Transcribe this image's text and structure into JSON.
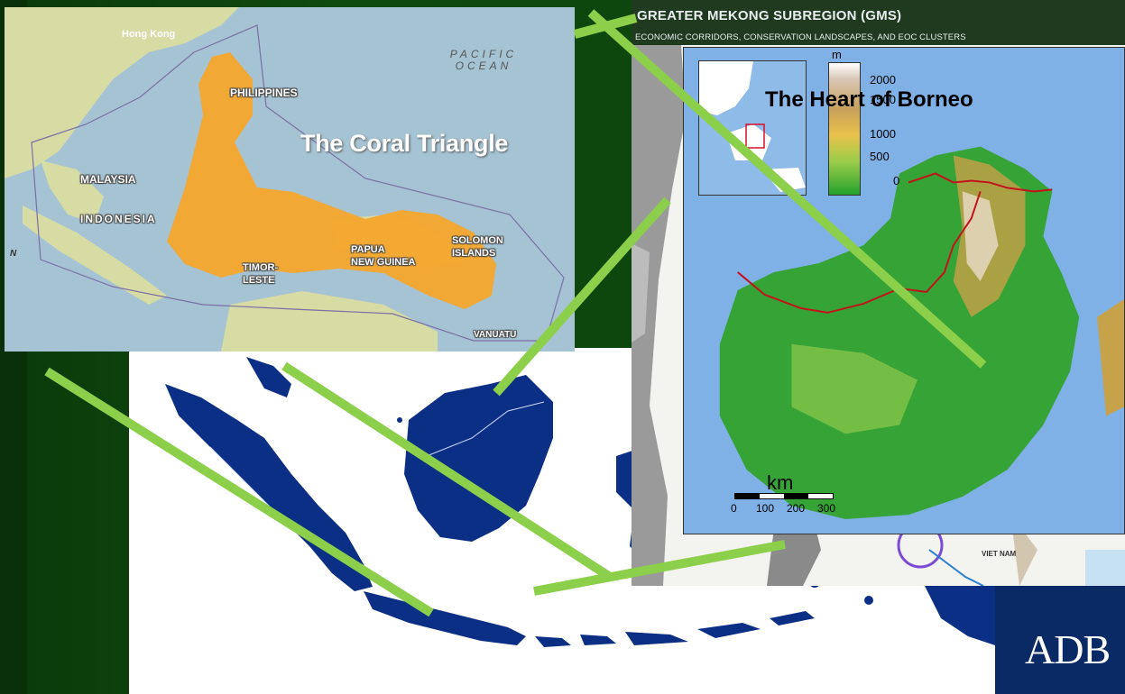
{
  "gms": {
    "title": "GREATER MEKONG SUBREGION (GMS)",
    "subtitle": "ECONOMIC CORRIDORS, CONSERVATION LANDSCAPES, AND EOC CLUSTERS",
    "viet_nam": "VIET NAM"
  },
  "coral": {
    "title": "The Coral Triangle",
    "ocean": "PACIFIC OCEAN",
    "labels": {
      "hong_kong": "Hong Kong",
      "philippines": "PHILIPPINES",
      "malaysia": "MALAYSIA",
      "indonesia": "INDONESIA",
      "timor": "TIMOR-\nLESTE",
      "papua": "PAPUA\nNEW GUINEA",
      "solomon": "SOLOMON\nISLANDS",
      "vanuatu": "VANUATU",
      "side_n": "N"
    }
  },
  "borneo": {
    "title": "The Heart of Borneo",
    "legend_unit": "m",
    "legend_values": [
      "2000",
      "1500",
      "1000",
      "500",
      "0"
    ],
    "scale_unit": "km",
    "scale_values": [
      "0",
      "100",
      "200",
      "300"
    ]
  },
  "logo": {
    "text": "ADB"
  },
  "colors": {
    "background": "#0b3d0b",
    "indonesia_land": "#0a2f85",
    "coral_triangle": "#f4a72c",
    "connector_line": "#8bcf4a",
    "adb_box": "#0a2a66"
  }
}
